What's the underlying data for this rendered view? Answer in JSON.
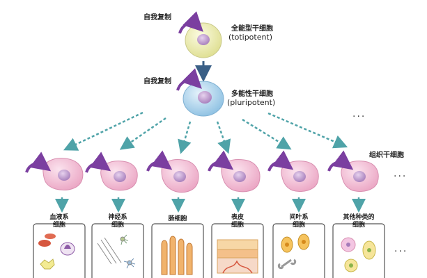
{
  "top": {
    "self_renew_1": "自我复制",
    "self_renew_2": "自我复制",
    "totipotent_cn": "全能型干细胞",
    "totipotent_en": "(totipotent)",
    "pluripotent_cn": "多能性干细胞",
    "pluripotent_en": "(pluripotent)",
    "tissue_stem": "组织干细胞",
    "dots": "···"
  },
  "branches": [
    {
      "label_line1": "血液系",
      "label_line2": "细胞"
    },
    {
      "label_line1": "神经系",
      "label_line2": "细胞"
    },
    {
      "label_line1": "肠细胞",
      "label_line2": ""
    },
    {
      "label_line1": "表皮",
      "label_line2": "细胞"
    },
    {
      "label_line1": "间叶系",
      "label_line2": "细胞"
    },
    {
      "label_line1": "其他种类的",
      "label_line2": "细胞"
    }
  ],
  "colors": {
    "totipotent_fill": "#e9e9a8",
    "pluripotent_fill": "#9ecbe8",
    "tissue_fill": "#f3b6d0",
    "nucleus": "#b58cc4",
    "arrow_teal": "#4fa3a8",
    "curl_purple": "#7b3fa0"
  }
}
